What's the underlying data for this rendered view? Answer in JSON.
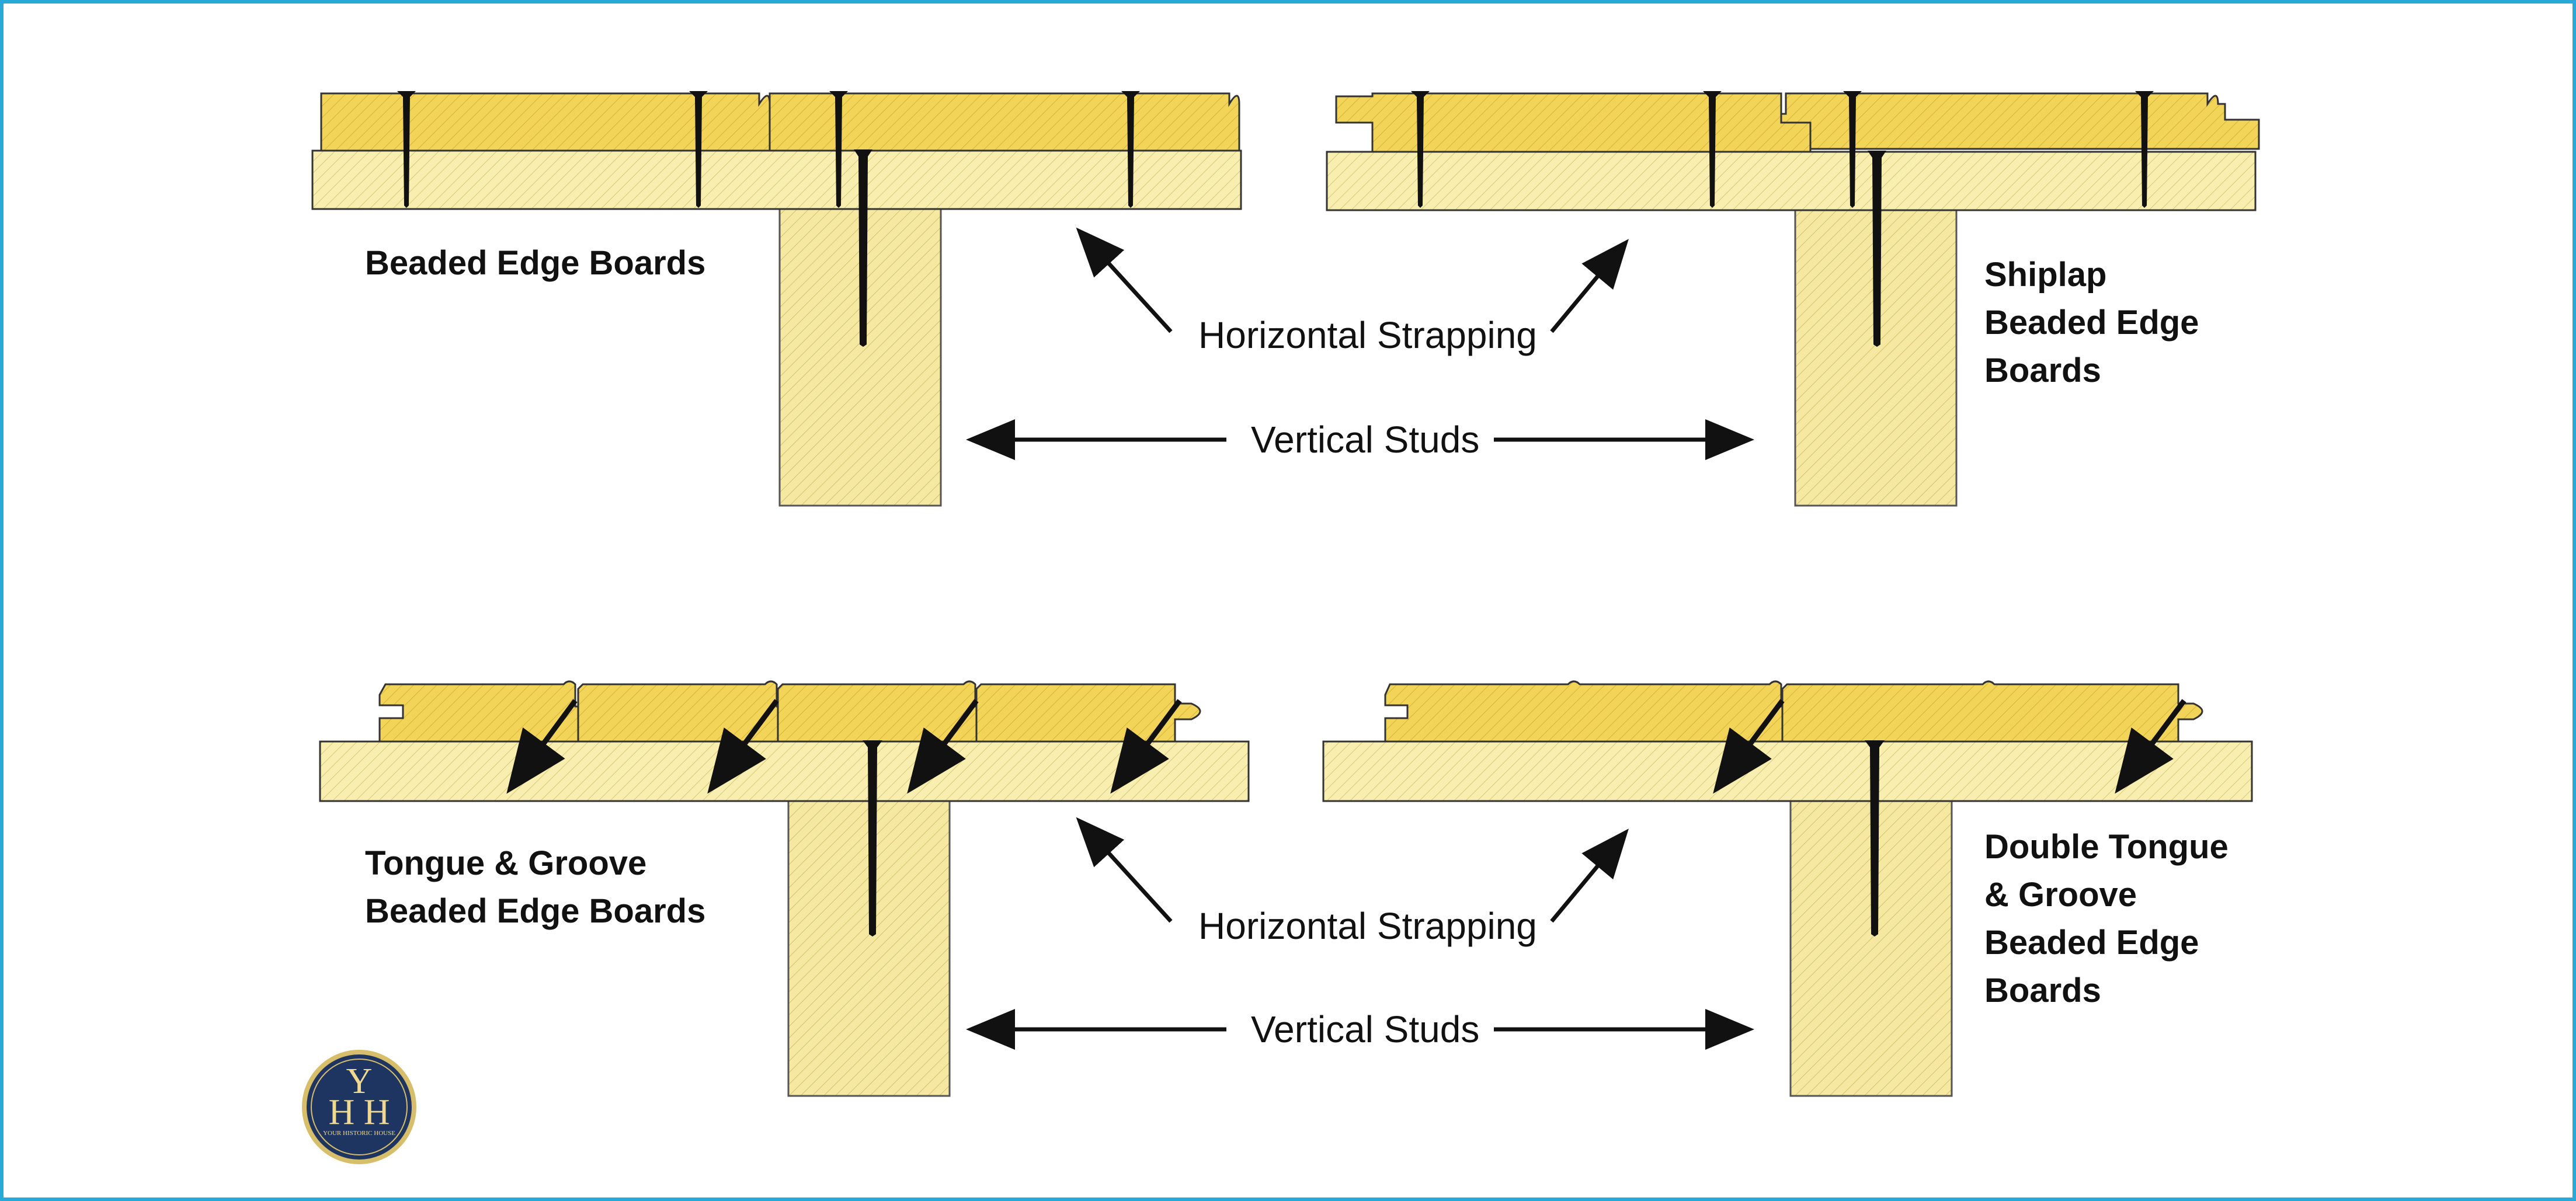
{
  "colors": {
    "frame": "#2aa8d8",
    "finish_board": "#f2d458",
    "strapping": "#f7eeb0",
    "stud": "#f5e9a2",
    "nail": "#111111",
    "logo_bg": "#1f3561",
    "logo_ring": "#d7be6a"
  },
  "panels": [
    {
      "label_lines": [
        "Beaded Edge Boards"
      ]
    },
    {
      "label_lines": [
        "Shiplap",
        "Beaded Edge",
        "Boards"
      ]
    },
    {
      "label_lines": [
        "Tongue & Groove",
        "Beaded Edge Boards"
      ]
    },
    {
      "label_lines": [
        "Double Tongue",
        "& Groove",
        "Beaded Edge",
        "Boards"
      ]
    }
  ],
  "annotations": {
    "top_strapping": "Horizontal Strapping",
    "top_studs": "Vertical Studs",
    "bottom_strapping": "Horizontal Strapping",
    "bottom_studs": "Vertical Studs"
  },
  "logo": {
    "icon": "yhh-logo-icon",
    "letters_top": "Y",
    "letters_bottom": "H H",
    "motto": "YOUR HISTORIC HOUSE"
  }
}
